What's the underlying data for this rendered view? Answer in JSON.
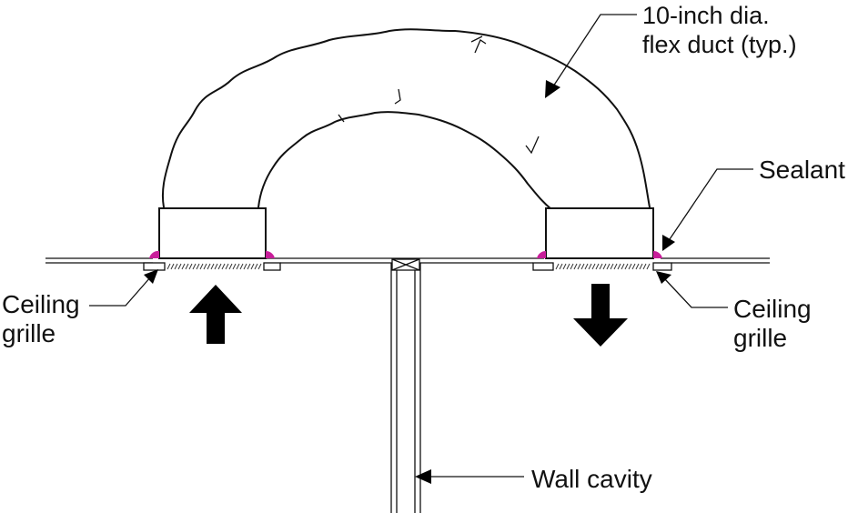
{
  "labels": {
    "flex_duct_line1": "10-inch dia.",
    "flex_duct_line2": "flex duct (typ.)",
    "sealant": "Sealant",
    "ceiling_grille_left_line1": "Ceiling",
    "ceiling_grille_left_line2": "grille",
    "ceiling_grille_right_line1": "Ceiling",
    "ceiling_grille_right_line2": "grille",
    "wall_cavity": "Wall cavity"
  },
  "colors": {
    "sealant": "#c81e9a",
    "line": "#111111",
    "airflow_arrow": "#000000"
  },
  "airflow": {
    "left_grille": "up",
    "right_grille": "down"
  }
}
